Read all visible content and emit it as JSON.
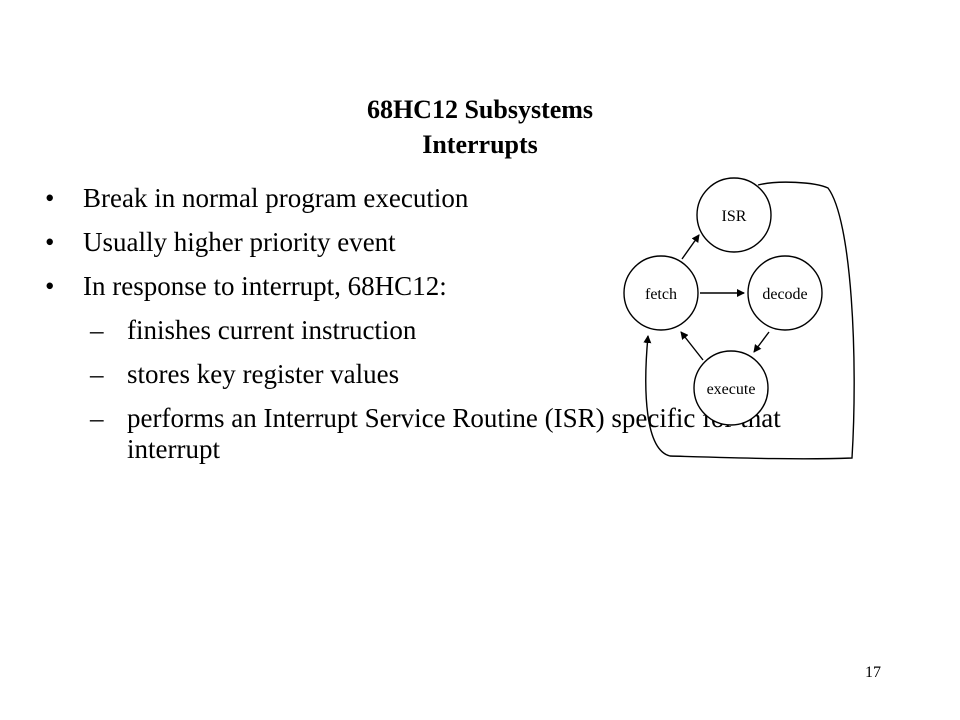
{
  "slide": {
    "title_line1": "68HC12 Subsystems",
    "title_line2": "Interrupts",
    "bullets": [
      "Break in normal program execution",
      "Usually higher priority event",
      "In response to interrupt, 68HC12:"
    ],
    "dash_symbol": "–",
    "sub_bullets": [
      "finishes current instruction",
      "stores key register values",
      "performs an Interrupt Service Routine (ISR) specific for that interrupt"
    ],
    "page_number": "17"
  },
  "diagram": {
    "nodes": {
      "isr": "ISR",
      "fetch": "fetch",
      "decode": "decode",
      "execute": "execute"
    }
  }
}
